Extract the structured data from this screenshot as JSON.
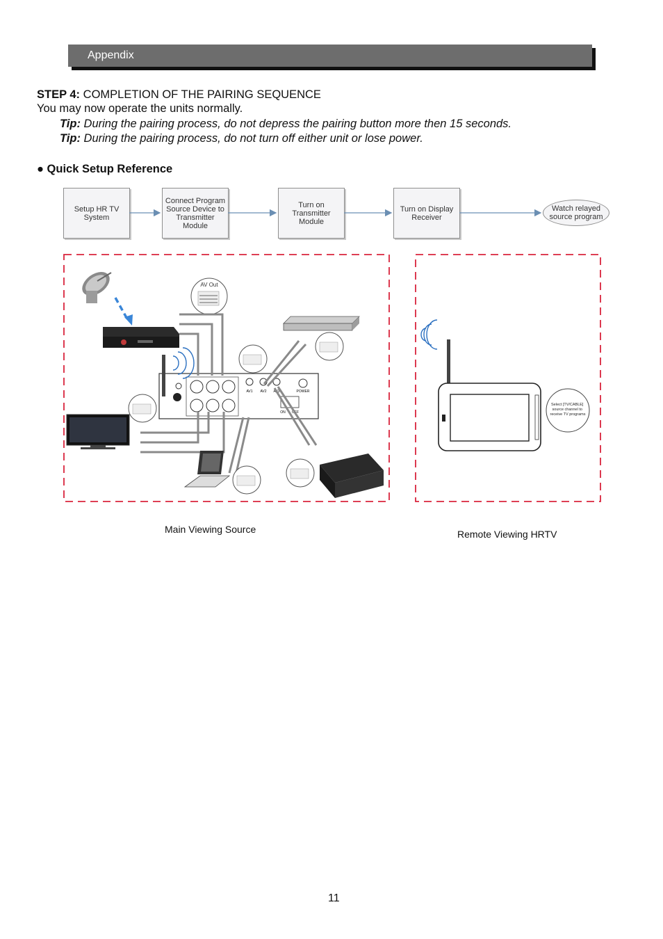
{
  "header": {
    "section": "Appendix"
  },
  "step": {
    "label": "STEP 4:",
    "title": "COMPLETION OF THE PAIRING SEQUENCE",
    "body": "You may now operate the units normally.",
    "tips": [
      {
        "label": "Tip:",
        "text": "During the pairing process, do not depress the pairing button more then 15 seconds."
      },
      {
        "label": "Tip:",
        "text": "During the pairing process, do not turn off either unit or lose power."
      }
    ]
  },
  "quick_setup": {
    "heading": "● Quick Setup Reference",
    "flow": [
      "Setup HR TV System",
      "Connect Program Source Device to Transmitter Module",
      "Turn on Transmitter Module",
      "Turn on Display Receiver",
      "Watch relayed source program"
    ]
  },
  "diagram": {
    "av_out_label": "AV Out",
    "port_labels": [
      "AV1",
      "AV2",
      "AV3",
      "POWER",
      "ON",
      "OFF"
    ],
    "receiver_note": "Select [TV/CABLE] source channel to receive TV programs",
    "captions": {
      "main": "Main Viewing Source",
      "remote": "Remote Viewing HRTV"
    }
  },
  "footer": {
    "page_number": "11"
  }
}
